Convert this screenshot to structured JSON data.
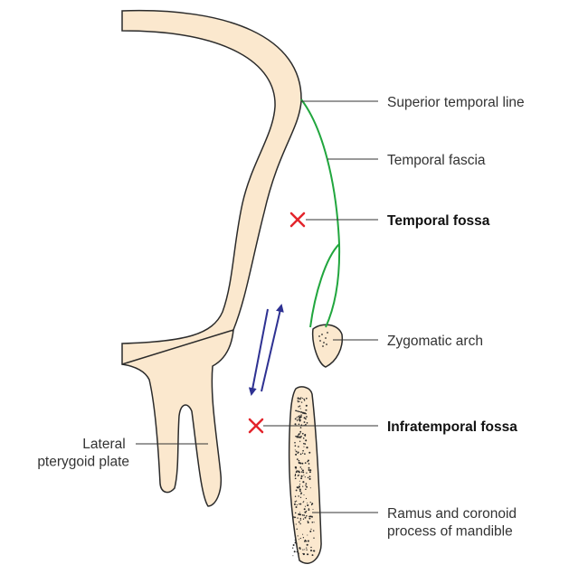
{
  "labels": {
    "superior_temporal_line": "Superior temporal line",
    "temporal_fascia": "Temporal fascia",
    "temporal_fossa": "Temporal fossa",
    "zygomatic_arch": "Zygomatic arch",
    "infratemporal_fossa": "Infratemporal fossa",
    "lateral_pterygoid_plate": [
      "Lateral",
      "pterygoid plate"
    ],
    "ramus": [
      "Ramus and coronoid",
      "process of mandible"
    ]
  },
  "colors": {
    "bone_fill": "#fbe8ce",
    "bone_outline": "#2b2b2b",
    "fascia": "#21a63e",
    "marker": "#e3242b",
    "arrow": "#2e3192",
    "speckle": "#2b2b2b"
  },
  "markers": [
    "x-mark-icon",
    "x-mark-icon"
  ],
  "arrows": [
    "down-arrow-icon",
    "up-arrow-icon"
  ]
}
